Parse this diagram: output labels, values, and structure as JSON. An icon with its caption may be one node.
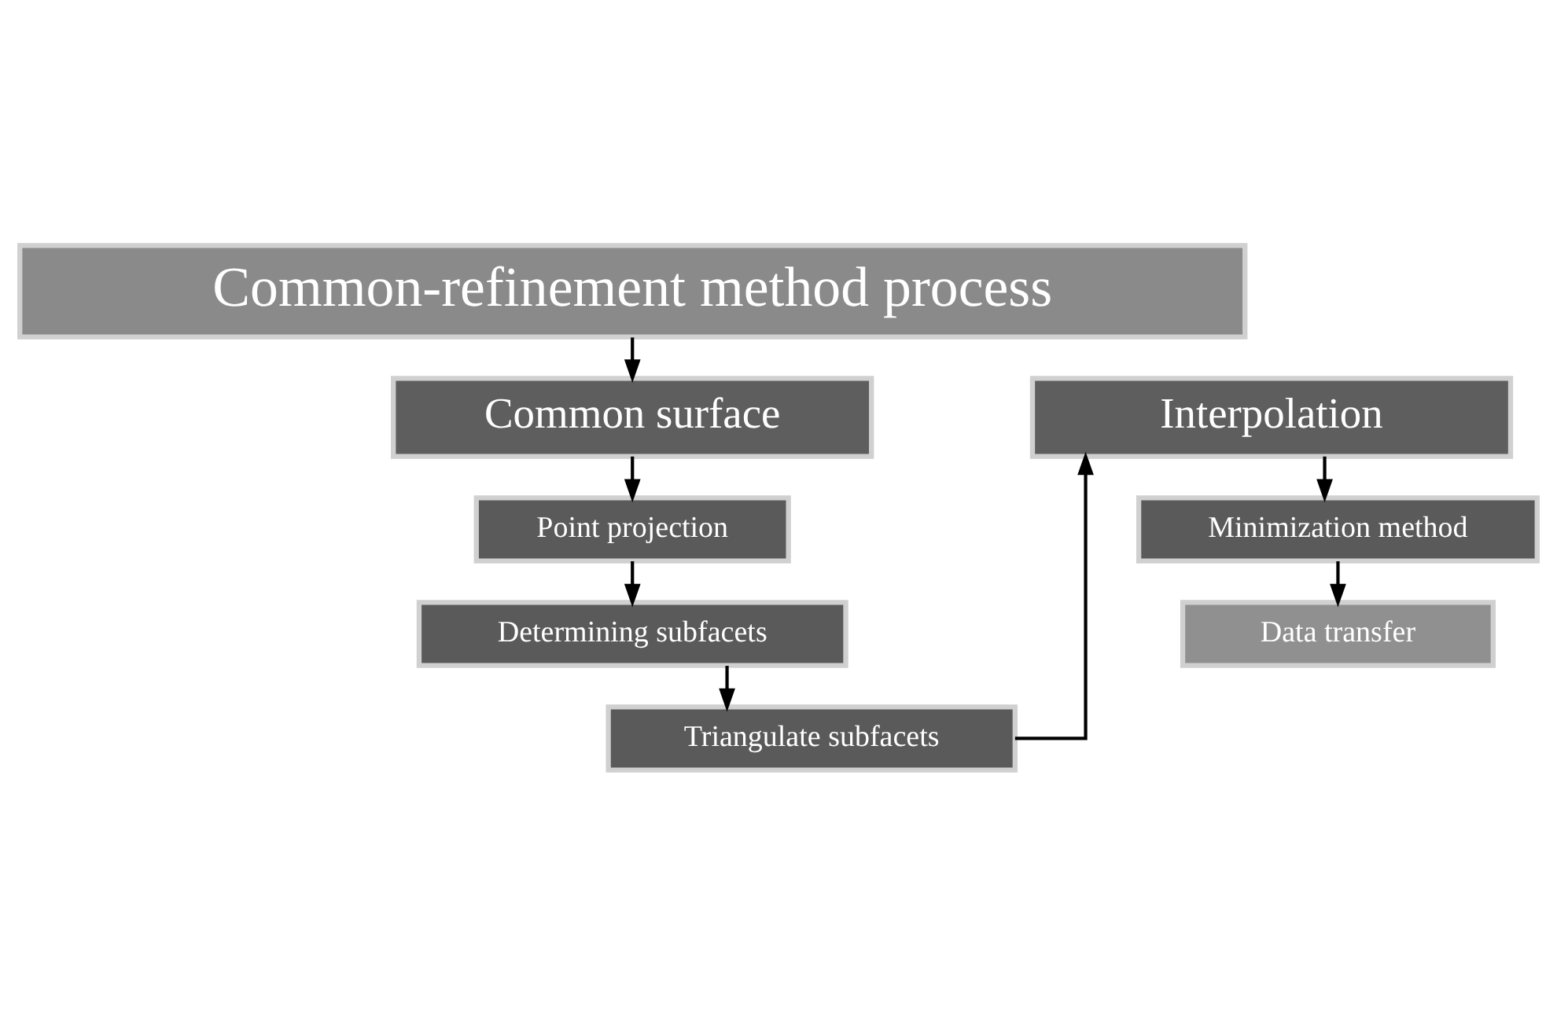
{
  "diagram": {
    "nodes": [
      {
        "text": [
          "Common-refinement method process"
        ]
      },
      {
        "text": [
          "Common surface"
        ]
      },
      {
        "text": [
          "Point projection"
        ]
      },
      {
        "text": [
          "Determining subfacets"
        ]
      },
      {
        "text": [
          "Triangulate subfacets"
        ]
      },
      {
        "text": [
          "Interpolation"
        ]
      },
      {
        "text": [
          "Minimization method"
        ]
      },
      {
        "text": [
          "Data transfer"
        ]
      }
    ],
    "edges": [
      {
        "from": 0,
        "to": 1,
        "arrow": "to"
      },
      {
        "from": 1,
        "to": 2,
        "arrow": "to"
      },
      {
        "from": 2,
        "to": 3,
        "arrow": "to"
      },
      {
        "from": 3,
        "to": 4,
        "arrow": "to"
      },
      {
        "from": 4,
        "to": 5,
        "arrow": "to"
      },
      {
        "from": 5,
        "to": 6,
        "arrow": "to"
      },
      {
        "from": 6,
        "to": 7,
        "arrow": "to"
      }
    ]
  }
}
